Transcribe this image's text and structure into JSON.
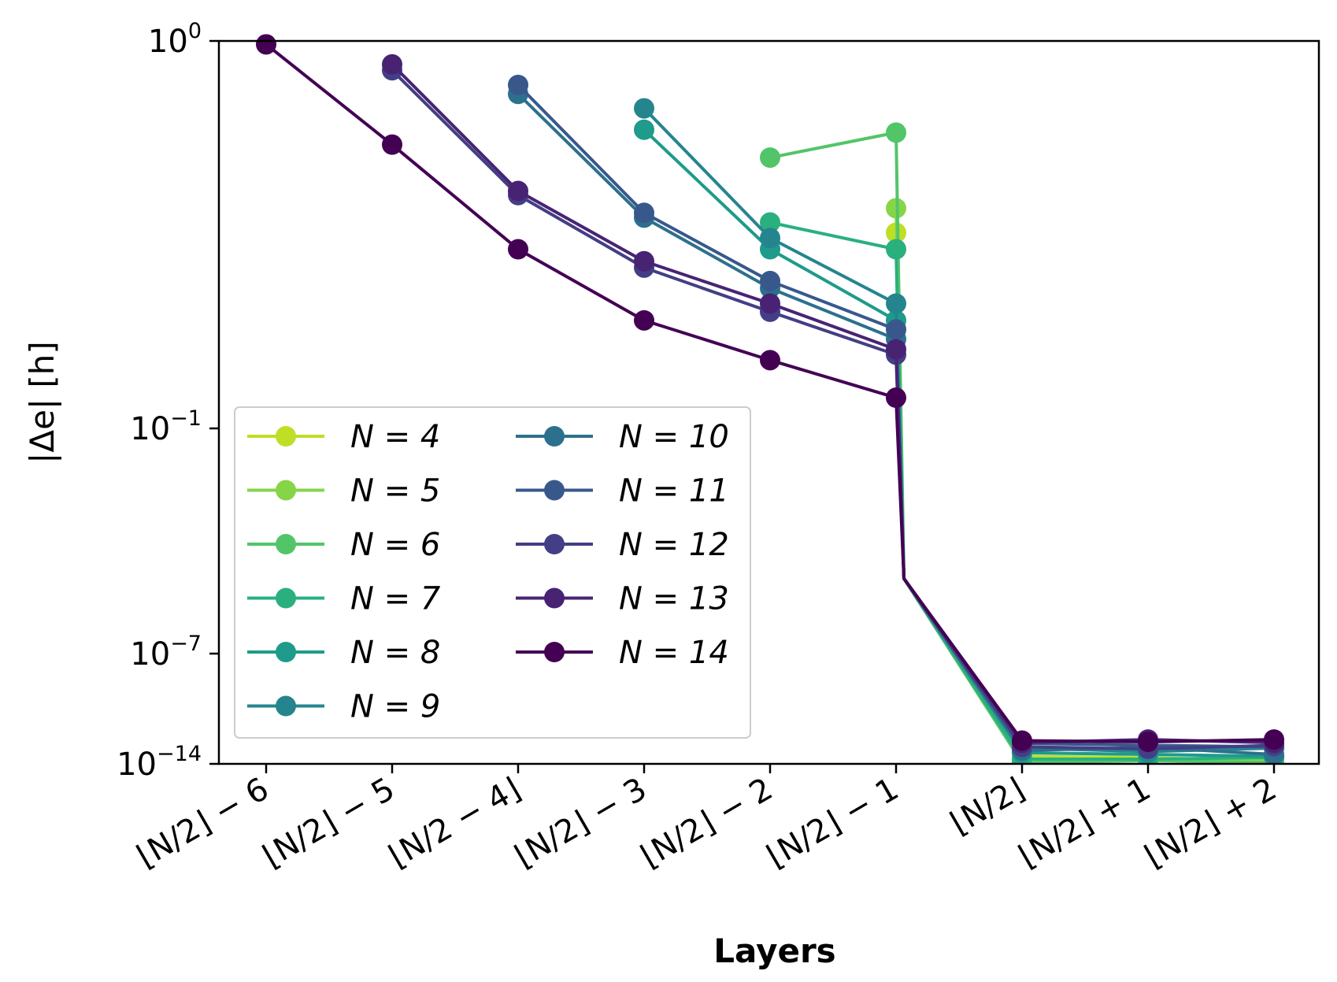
{
  "chart_data": {
    "type": "line",
    "xlabel": "Layers",
    "ylabel": "|Δe| [h]",
    "yscale": "log",
    "ylim": [
      1e-14,
      1
    ],
    "y_ticks": [
      {
        "value": 1,
        "base": "10",
        "exp": "0"
      },
      {
        "value": 0.1,
        "base": "10",
        "exp": "−1"
      },
      {
        "value": 1e-07,
        "base": "10",
        "exp": "−7"
      },
      {
        "value": 1e-14,
        "base": "10",
        "exp": "−14"
      }
    ],
    "categories": [
      "⌊N/2⌋ − 6",
      "⌊N/2⌋ − 5",
      "⌊N/2 − 4⌋",
      "⌊N/2⌋ − 3",
      "⌊N/2⌋ − 2",
      "⌊N/2⌋ − 1",
      "⌊N/2⌋",
      "⌊N/2⌋ + 1",
      "⌊N/2⌋ + 2"
    ],
    "grid": false,
    "legend_position": "lower-left",
    "legend_columns": 2,
    "series": [
      {
        "name": "N = 4",
        "color": "#bddf26",
        "values": [
          null,
          null,
          null,
          null,
          null,
          0.32,
          3e-14,
          2.5e-14,
          1.5e-14
        ]
      },
      {
        "name": "N = 5",
        "color": "#86d549",
        "values": [
          null,
          null,
          null,
          null,
          null,
          0.37,
          2e-14,
          1.8e-14,
          2e-14
        ]
      },
      {
        "name": "N = 6",
        "color": "#52c569",
        "values": [
          null,
          null,
          null,
          null,
          0.5,
          0.58,
          1.2e-14,
          1.6e-14,
          1.2e-14
        ]
      },
      {
        "name": "N = 7",
        "color": "#2ab07f",
        "values": [
          null,
          null,
          null,
          null,
          0.34,
          0.29,
          2e-14,
          2e-14,
          2.5e-14
        ]
      },
      {
        "name": "N = 8",
        "color": "#1e9b8a",
        "values": [
          null,
          null,
          null,
          0.59,
          0.29,
          0.19,
          5e-14,
          4e-14,
          3e-14
        ]
      },
      {
        "name": "N = 9",
        "color": "#25858e",
        "values": [
          null,
          null,
          null,
          0.67,
          0.31,
          0.21,
          1e-13,
          6e-14,
          1e-13
        ]
      },
      {
        "name": "N = 10",
        "color": "#2d708e",
        "values": [
          null,
          null,
          0.73,
          0.35,
          0.23,
          0.17,
          7e-14,
          1.1e-13,
          4e-14
        ]
      },
      {
        "name": "N = 11",
        "color": "#38588c",
        "values": [
          null,
          null,
          0.77,
          0.36,
          0.24,
          0.18,
          2e-13,
          1.5e-13,
          1.2e-13
        ]
      },
      {
        "name": "N = 12",
        "color": "#433e85",
        "values": [
          null,
          0.84,
          0.4,
          0.26,
          0.2,
          0.155,
          1.2e-13,
          9e-14,
          1.5e-13
        ]
      },
      {
        "name": "N = 13",
        "color": "#482374",
        "values": [
          null,
          0.87,
          0.41,
          0.27,
          0.21,
          0.16,
          2.2e-13,
          3.5e-13,
          2.2e-13
        ]
      },
      {
        "name": "N = 14",
        "color": "#440154",
        "values": [
          0.98,
          0.54,
          0.29,
          0.19,
          0.15,
          0.12,
          3e-13,
          2.5e-13,
          3.5e-13
        ]
      }
    ]
  }
}
